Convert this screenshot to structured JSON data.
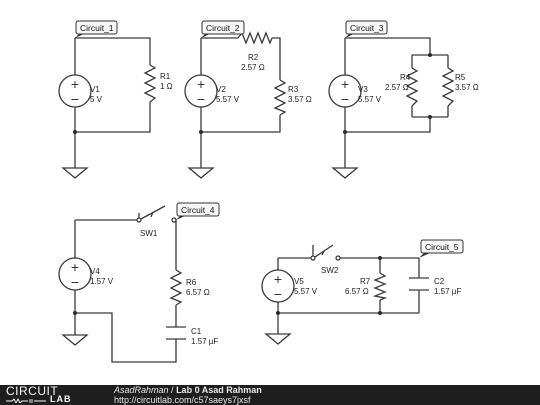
{
  "circuits": {
    "c1": {
      "tag": "Circuit_1",
      "source": {
        "name": "V1",
        "value": "5 V"
      },
      "r1": {
        "name": "R1",
        "value": "1 Ω"
      }
    },
    "c2": {
      "tag": "Circuit_2",
      "source": {
        "name": "V2",
        "value": "5.57 V"
      },
      "r2": {
        "name": "R2",
        "value": "2.57 Ω"
      },
      "r3": {
        "name": "R3",
        "value": "3.57 Ω"
      }
    },
    "c3": {
      "tag": "Circuit_3",
      "source": {
        "name": "V3",
        "value": "5.57 V"
      },
      "r4": {
        "name": "R4",
        "value": "2.57 Ω"
      },
      "r5": {
        "name": "R5",
        "value": "3.57 Ω"
      }
    },
    "c4": {
      "tag": "Circuit_4",
      "switch": {
        "name": "SW1"
      },
      "source": {
        "name": "V4",
        "value": "1.57 V"
      },
      "r6": {
        "name": "R6",
        "value": "6.57 Ω"
      },
      "c1": {
        "name": "C1",
        "value": "1.57 µF"
      }
    },
    "c5": {
      "tag": "Circuit_5",
      "switch": {
        "name": "SW2"
      },
      "source": {
        "name": "V5",
        "value": "5.57 V"
      },
      "r7": {
        "name": "R7",
        "value": "6.57 Ω"
      },
      "c2": {
        "name": "C2",
        "value": "1.57 µF"
      }
    }
  },
  "symbols": {
    "plus": "+",
    "minus": "−"
  },
  "footer": {
    "logo_top": "CIRCUIT",
    "logo_bottom": "LAB",
    "author": "AsadRahman",
    "separator": " / ",
    "title": "Lab 0 Asad Rahman",
    "url": "http://circuitlab.com/c57saeys7jxsf"
  },
  "colors": {
    "wire": "#3a3a3a",
    "footer_bg": "#1e1e1e"
  }
}
